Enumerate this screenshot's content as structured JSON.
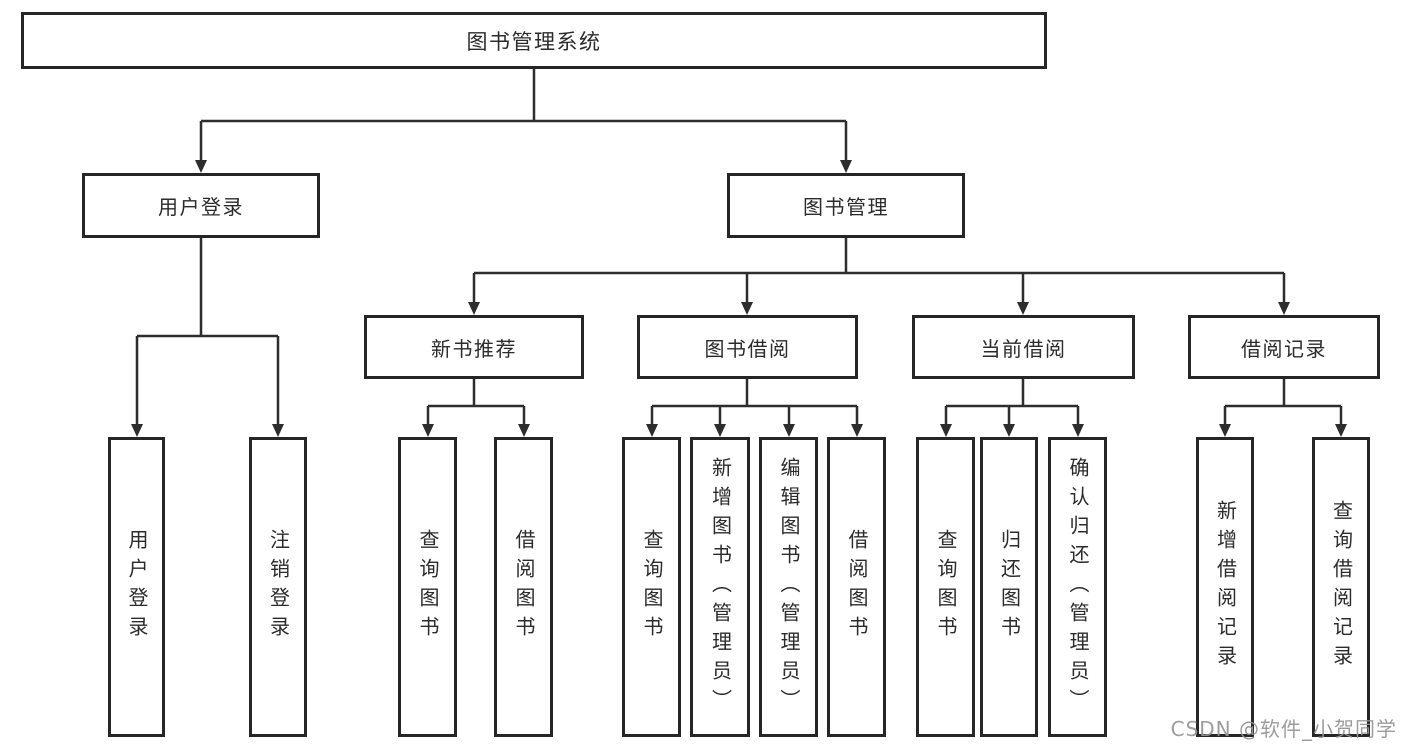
{
  "diagram": {
    "title_note": "functional structure tree",
    "root": {
      "label": "图书管理系统"
    },
    "branches": [
      {
        "label": "用户登录",
        "children": [
          {
            "label": "用户登录"
          },
          {
            "label": "注销登录"
          }
        ]
      },
      {
        "label": "图书管理",
        "children": [
          {
            "label": "新书推荐",
            "children": [
              {
                "label": "查询图书"
              },
              {
                "label": "借阅图书"
              }
            ]
          },
          {
            "label": "图书借阅",
            "children": [
              {
                "label": "查询图书"
              },
              {
                "label": "新增图书（管理员）"
              },
              {
                "label": "编辑图书（管理员）"
              },
              {
                "label": "借阅图书"
              }
            ]
          },
          {
            "label": "当前借阅",
            "children": [
              {
                "label": "查询图书"
              },
              {
                "label": "归还图书"
              },
              {
                "label": "确认归还（管理员）"
              }
            ]
          },
          {
            "label": "借阅记录",
            "children": [
              {
                "label": "新增借阅记录"
              },
              {
                "label": "查询借阅记录"
              }
            ]
          }
        ]
      }
    ]
  },
  "watermark": {
    "text": "CSDN @软件_小贺同学"
  },
  "colors": {
    "background": "#ffffff",
    "box_border": "#262626",
    "line": "#2d2d2d",
    "text": "#2b2b2b",
    "watermark": "#949494"
  }
}
